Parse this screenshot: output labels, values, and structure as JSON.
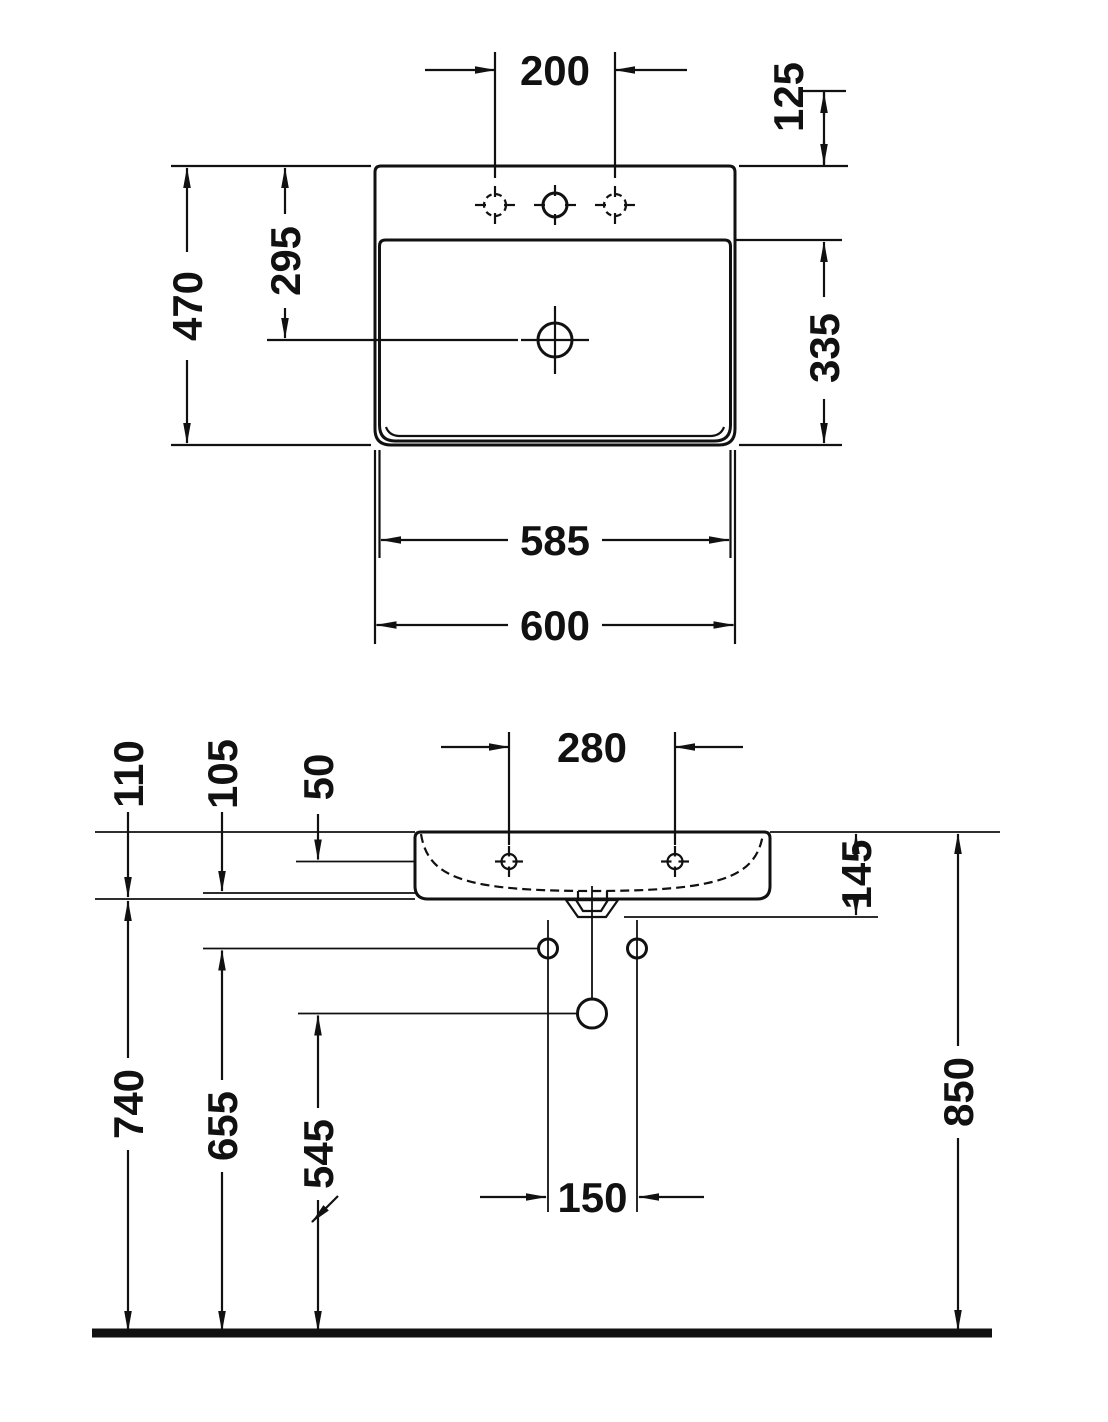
{
  "dimensions": {
    "top_view": {
      "tap_hole_spacing": "200",
      "tap_hole_rear_offset": "125",
      "depth_overall": "470",
      "outlet_from_rear": "295",
      "bowl_front_to_rear": "335",
      "width_inner": "585",
      "width_overall": "600"
    },
    "front_view": {
      "front_edge_height": "110",
      "bowl_inner_height": "105",
      "tap_hole_drop": "50",
      "tap_hole_spacing": "280",
      "outlet_below_rim": "145",
      "underside_above_floor": "740",
      "fixing_holes_above_floor": "655",
      "outlet_above_floor": "545",
      "fixing_hole_spacing": "150",
      "rim_above_floor": "850"
    }
  }
}
